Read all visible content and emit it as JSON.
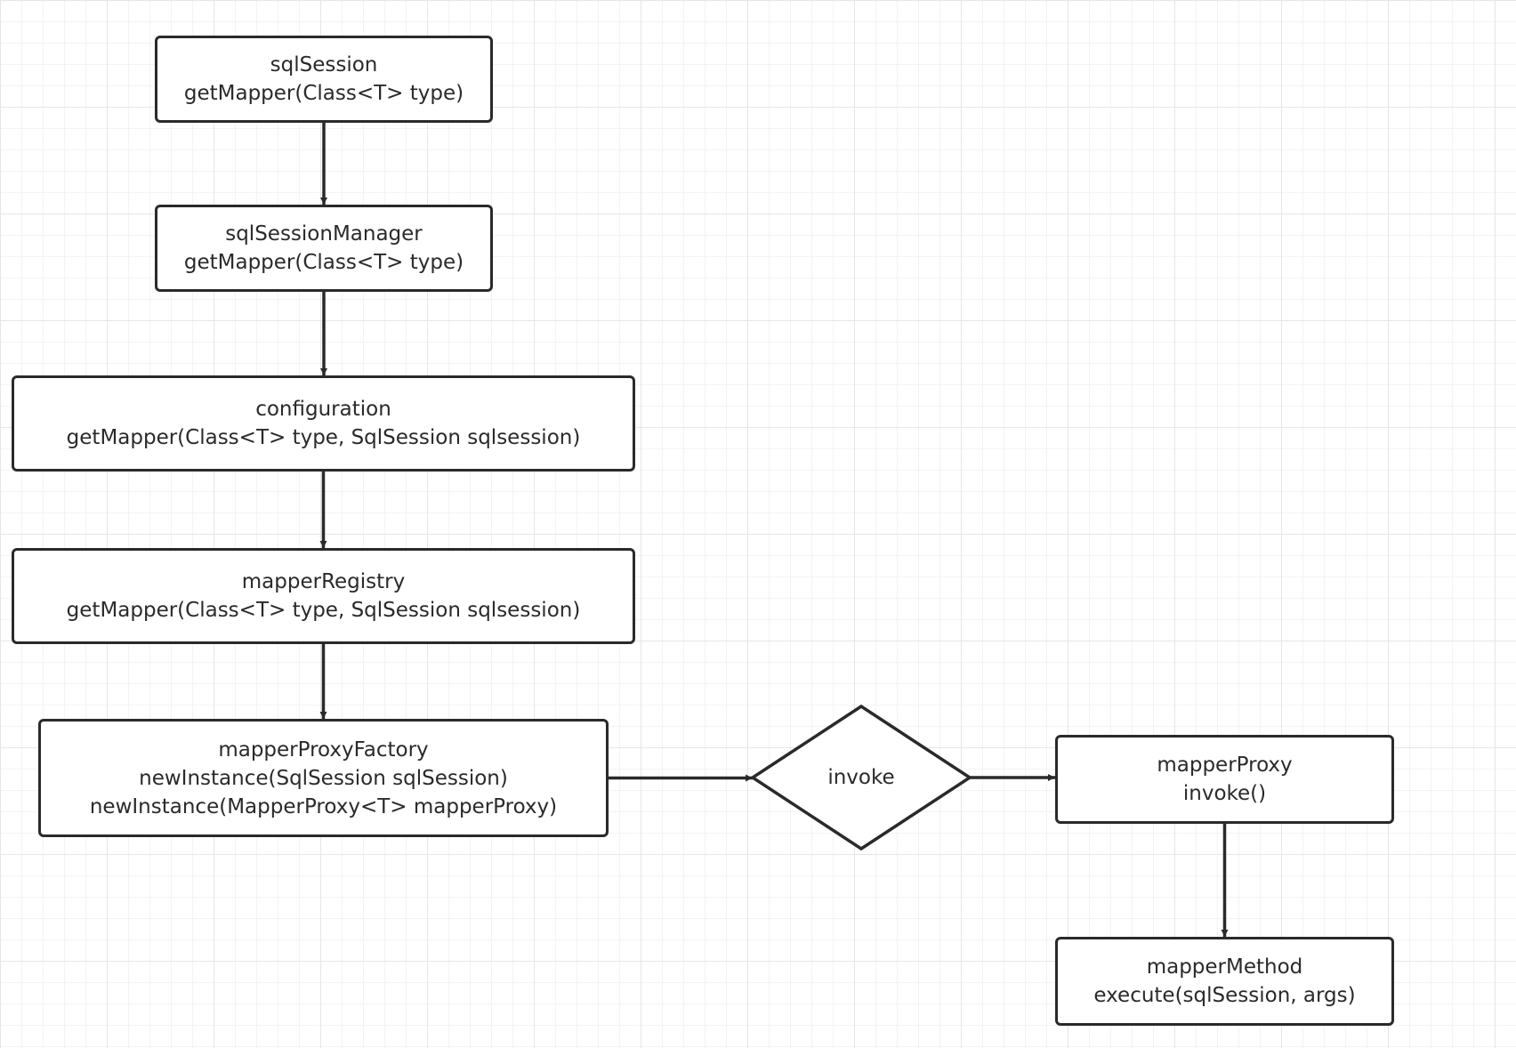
{
  "colors": {
    "stroke": "#2a2a2a",
    "grid_major": "#e6e6e6",
    "grid_minor": "#f3f3f3",
    "background": "#ffffff"
  },
  "nodes": [
    {
      "id": "sqlSession",
      "lines": [
        "sqlSession",
        "getMapper(Class<T> type)"
      ]
    },
    {
      "id": "sqlSessionManager",
      "lines": [
        "sqlSessionManager",
        "getMapper(Class<T> type)"
      ]
    },
    {
      "id": "configuration",
      "lines": [
        "configuration",
        "getMapper(Class<T> type, SqlSession sqlsession)"
      ]
    },
    {
      "id": "mapperRegistry",
      "lines": [
        "mapperRegistry",
        "getMapper(Class<T> type, SqlSession sqlsession)"
      ]
    },
    {
      "id": "mapperProxyFactory",
      "lines": [
        "mapperProxyFactory",
        "newInstance(SqlSession sqlSession)",
        "newInstance(MapperProxy<T> mapperProxy)"
      ]
    },
    {
      "id": "mapperProxy",
      "lines": [
        "mapperProxy",
        "invoke()"
      ]
    },
    {
      "id": "mapperMethod",
      "lines": [
        "mapperMethod",
        "execute(sqlSession, args)"
      ]
    }
  ],
  "decision": {
    "id": "invoke",
    "label": "invoke"
  },
  "edges": [
    {
      "from": "sqlSession",
      "to": "sqlSessionManager"
    },
    {
      "from": "sqlSessionManager",
      "to": "configuration"
    },
    {
      "from": "configuration",
      "to": "mapperRegistry"
    },
    {
      "from": "mapperRegistry",
      "to": "mapperProxyFactory"
    },
    {
      "from": "mapperProxyFactory",
      "to": "invoke"
    },
    {
      "from": "invoke",
      "to": "mapperProxy"
    },
    {
      "from": "mapperProxy",
      "to": "mapperMethod"
    }
  ]
}
